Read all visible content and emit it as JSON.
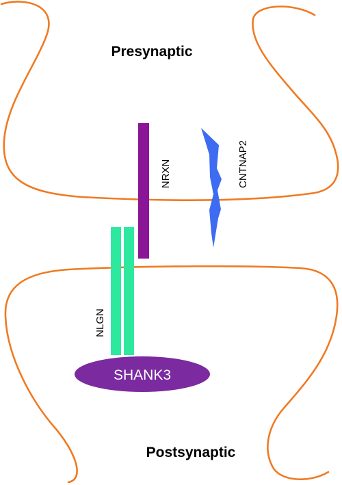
{
  "colors": {
    "membrane": "#f07a22",
    "nrxn": "#8a1596",
    "nlgn": "#2fe8a0",
    "cntnap2": "#3d6cf2",
    "shank3": "#7b2aa0",
    "text": "#000000",
    "shank3_text": "#ffffff"
  },
  "labels": {
    "presynaptic": "Presynaptic",
    "postsynaptic": "Postsynaptic",
    "nrxn": "NRXN",
    "cntnap2": "CNTNAP2",
    "nlgn": "NLGN",
    "shank3": "SHANK3"
  }
}
